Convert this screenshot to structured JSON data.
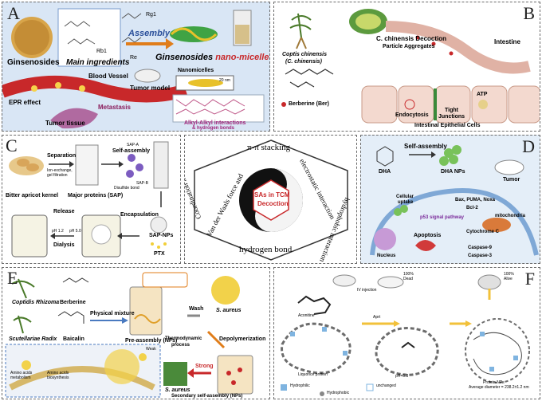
{
  "panel_a": {
    "letter": "A",
    "ginsenosides": "Ginsenosides",
    "main_ingredients": "Main ingredients",
    "assembly": "Assembly",
    "micelles_title_1": "Ginsenosides",
    "micelles_title_2": "nano-micelles",
    "rg1": "Rg1",
    "rb1": "Rb1",
    "re": "Re",
    "blood_vessel": "Blood Vessel",
    "epr_effect": "EPR effect",
    "tumor_tissue": "Tumor tissue",
    "metastasis": "Metastasis",
    "tumor_model": "Tumor model",
    "nanomicelles": "Nanomicelles",
    "scale": "20 nm",
    "interactions_1": "Alkyl-Alkyl interactions",
    "interactions_2": "& hydrogen bonds"
  },
  "panel_b": {
    "letter": "B",
    "coptis_1": "Coptis chinensis",
    "coptis_2": "(C. chinensis)",
    "decoction": "C. chinensis Decoction",
    "particle_aggregates": "Particle Aggregates",
    "intestine": "Intestine",
    "berberine": "Berberine (Ber)",
    "endocytosis": "Endocytosis",
    "atp": "ATP",
    "tight_junctions_1": "Tight",
    "tight_junctions_2": "Junctions",
    "epithelial": "Intestinal Epithelial Cells"
  },
  "panel_c": {
    "letter": "C",
    "separation": "Separation",
    "self_assembly": "Self-assembly",
    "kernel": "Bitter apricot kernel",
    "major_proteins": "Major proteins (SAP)",
    "release": "Release",
    "dialysis": "Dialysis",
    "encapsulation": "Encapsulation",
    "ph_low": "pH 1.2",
    "ph_high": "pH 5.0",
    "sap_nps": "SAP-NPs",
    "ptx": "PTX",
    "ion_exchange": "Ion-exchange,",
    "gel_filtration": "gel filtration",
    "disulfide": "Disulfide bond",
    "sap_a": "SAP-A",
    "sap_b": "SAP-B"
  },
  "center": {
    "pi_stacking": "π-π stacking",
    "electrostatic": "electrostatic interaction",
    "hydrophobic": "hydrophobic interaction",
    "hydrogen_bond": "hydrogen bond",
    "vdw": "Van der Waals force and",
    "coordination": "Coordination interaction",
    "core_1": "SAs in TCM",
    "core_2": "Decoction"
  },
  "panel_d": {
    "letter": "D",
    "self_assembly": "Self-assembly",
    "dha": "DHA",
    "dha_nps": "DHA NPs",
    "tumor": "Tumor",
    "cellular_uptake_1": "Cellular",
    "cellular_uptake_2": "uptake",
    "bax": "Bax, PUMA, Noxa",
    "bcl2": "Bcl-2",
    "p53": "p53 signal pathway",
    "mitochondria": "mitochondria",
    "cytochrome": "Cytochrome C",
    "apoptosis": "Apoptosis",
    "nucleus": "Nucleus",
    "caspase9": "Caspase-9",
    "caspase3": "Caspase-3"
  },
  "panel_e": {
    "letter": "E",
    "coptidis": "Coptidis Rhizoma",
    "berberine": "Berberine",
    "scutellariae": "Scutellariae Radix",
    "baicalin": "Baicalin",
    "physical_mixture": "Physical mixture",
    "pre_assembly": "Pre-assembly (NFs)",
    "wash": "Wash",
    "s_aureus_1": "S. aureus",
    "s_aureus_2": "S. aureus",
    "depolymerization": "Depolymerization",
    "thermodynamic_1": "Thermodynamic",
    "thermodynamic_2": "process",
    "strong": "Strong",
    "secondary": "Secondary self-assembly (NPs)",
    "amino_1": "Amino acids",
    "amino_2": "metabolism",
    "amino_3": "Amino acids",
    "amino_4": "biosynthesis",
    "weak": "Weak"
  },
  "panel_f": {
    "letter": "F",
    "pct_dead": "100%",
    "dead": "Dead",
    "pct_alive": "100%",
    "alive": "Alive",
    "iv": "IV injection",
    "aconitine": "Aconitine",
    "liquorice": "Liquorice protein",
    "ph": "pH=5.8",
    "aprt": "Aprt",
    "unchanged": "unchanged",
    "protein_nps": "Protein NPs",
    "diameter": "Average diameter = 238.2±1.2 nm",
    "hydrophilic": "Hydrophilic",
    "hydrophobic": "Hydrophobic"
  },
  "colors": {
    "panel_a_bg": "#d9e6f5",
    "panel_d_bg": "#e4eef8",
    "vessel_red": "#c8282a",
    "cell_pink": "#f3d9cf",
    "yellow": "#f2cf38",
    "green": "#78c25a",
    "protein_blue": "#7fb4e0"
  }
}
